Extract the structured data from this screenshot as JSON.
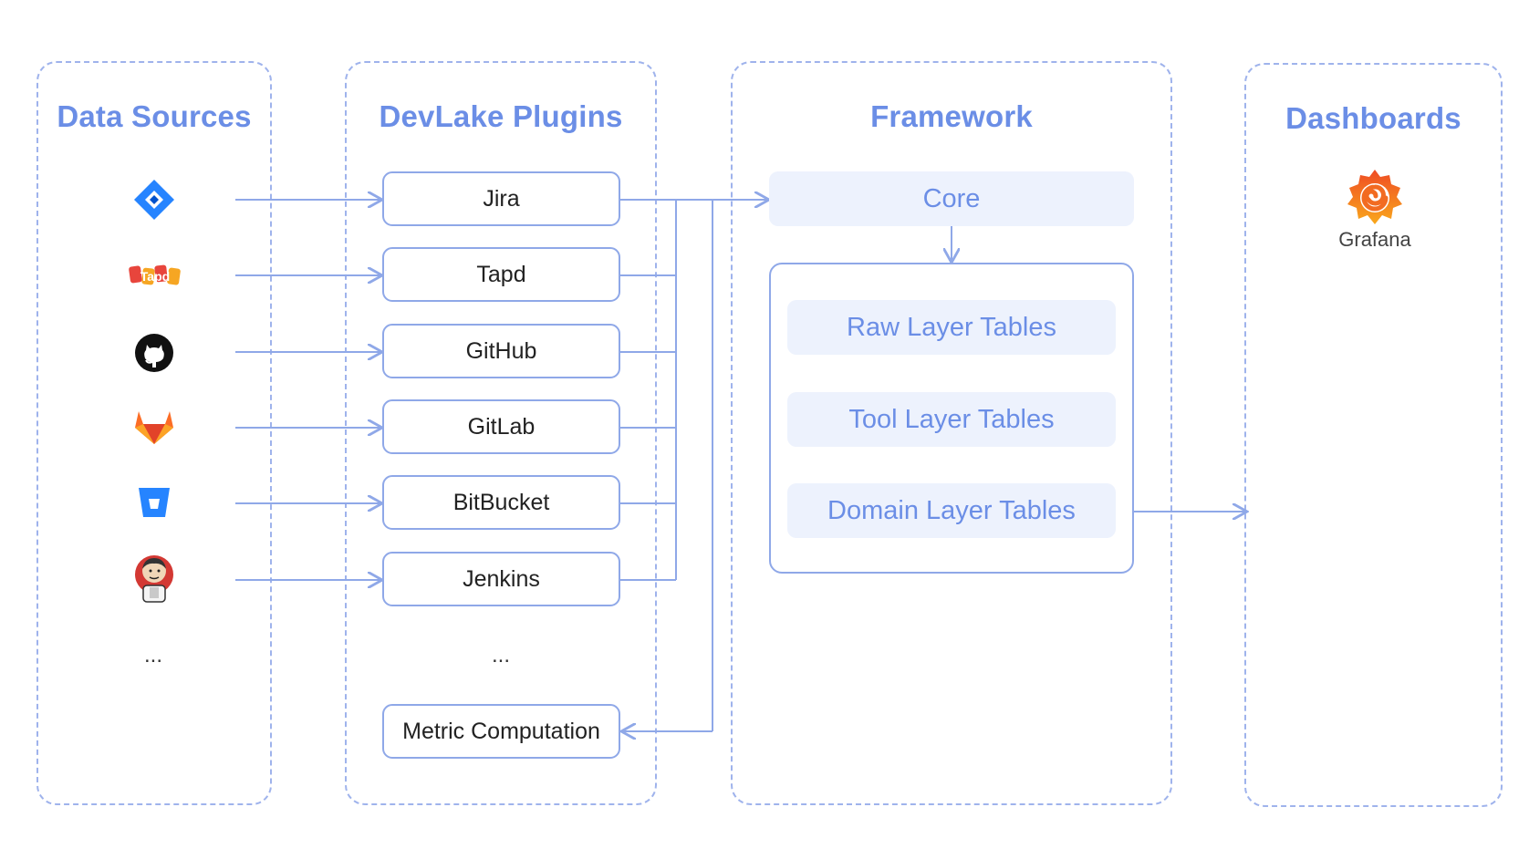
{
  "columns": {
    "data_sources": {
      "title": "Data Sources",
      "ellipsis": "..."
    },
    "plugins": {
      "title": "DevLake Plugins",
      "ellipsis": "..."
    },
    "framework": {
      "title": "Framework"
    },
    "dashboards": {
      "title": "Dashboards"
    }
  },
  "sources": [
    {
      "icon": "jira-icon"
    },
    {
      "icon": "tapd-icon",
      "text": "Tapd"
    },
    {
      "icon": "github-icon"
    },
    {
      "icon": "gitlab-icon"
    },
    {
      "icon": "bitbucket-icon"
    },
    {
      "icon": "jenkins-icon"
    }
  ],
  "plugins": [
    {
      "label": "Jira"
    },
    {
      "label": "Tapd"
    },
    {
      "label": "GitHub"
    },
    {
      "label": "GitLab"
    },
    {
      "label": "BitBucket"
    },
    {
      "label": "Jenkins"
    }
  ],
  "metric_plugin": {
    "label": "Metric Computation"
  },
  "framework": {
    "core": "Core",
    "layers": [
      "Raw Layer Tables",
      "Tool Layer Tables",
      "Domain  Layer Tables"
    ]
  },
  "dashboard": {
    "icon": "grafana-icon",
    "label": "Grafana"
  },
  "colors": {
    "accent": "#6b8ee6",
    "line": "#8fa8e8",
    "box_fill": "#edf2fd"
  }
}
